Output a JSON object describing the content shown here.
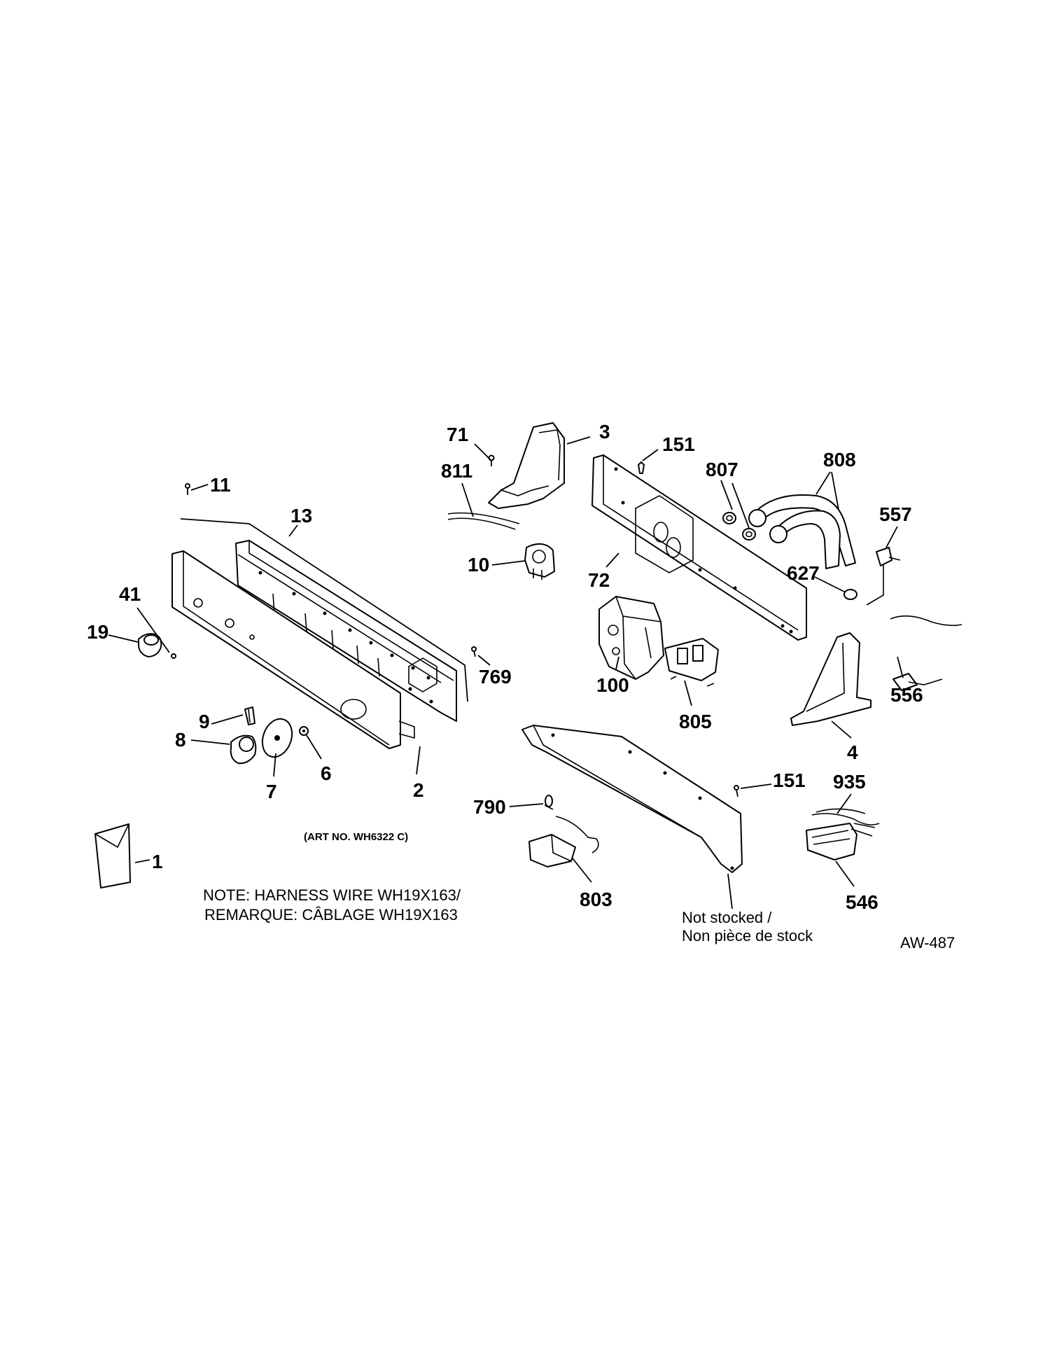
{
  "diagram": {
    "callouts": {
      "c1": "1",
      "c2": "2",
      "c3": "3",
      "c4": "4",
      "c6": "6",
      "c7": "7",
      "c8": "8",
      "c9": "9",
      "c10": "10",
      "c11": "11",
      "c13": "13",
      "c19": "19",
      "c41": "41",
      "c71": "71",
      "c72": "72",
      "c100": "100",
      "c151a": "151",
      "c151b": "151",
      "c546": "546",
      "c556": "556",
      "c557": "557",
      "c627": "627",
      "c769": "769",
      "c790": "790",
      "c803": "803",
      "c805": "805",
      "c807": "807",
      "c808": "808",
      "c811": "811",
      "c935": "935"
    },
    "art_number": "(ART NO. WH6322 C)",
    "note_line1": "NOTE: HARNESS WIRE WH19X163/",
    "note_line2": "REMARQUE: CÂBLAGE WH19X163",
    "not_stocked_line1": "Not stocked /",
    "not_stocked_line2": "Non pièce de stock",
    "reference_code": "AW-487"
  }
}
